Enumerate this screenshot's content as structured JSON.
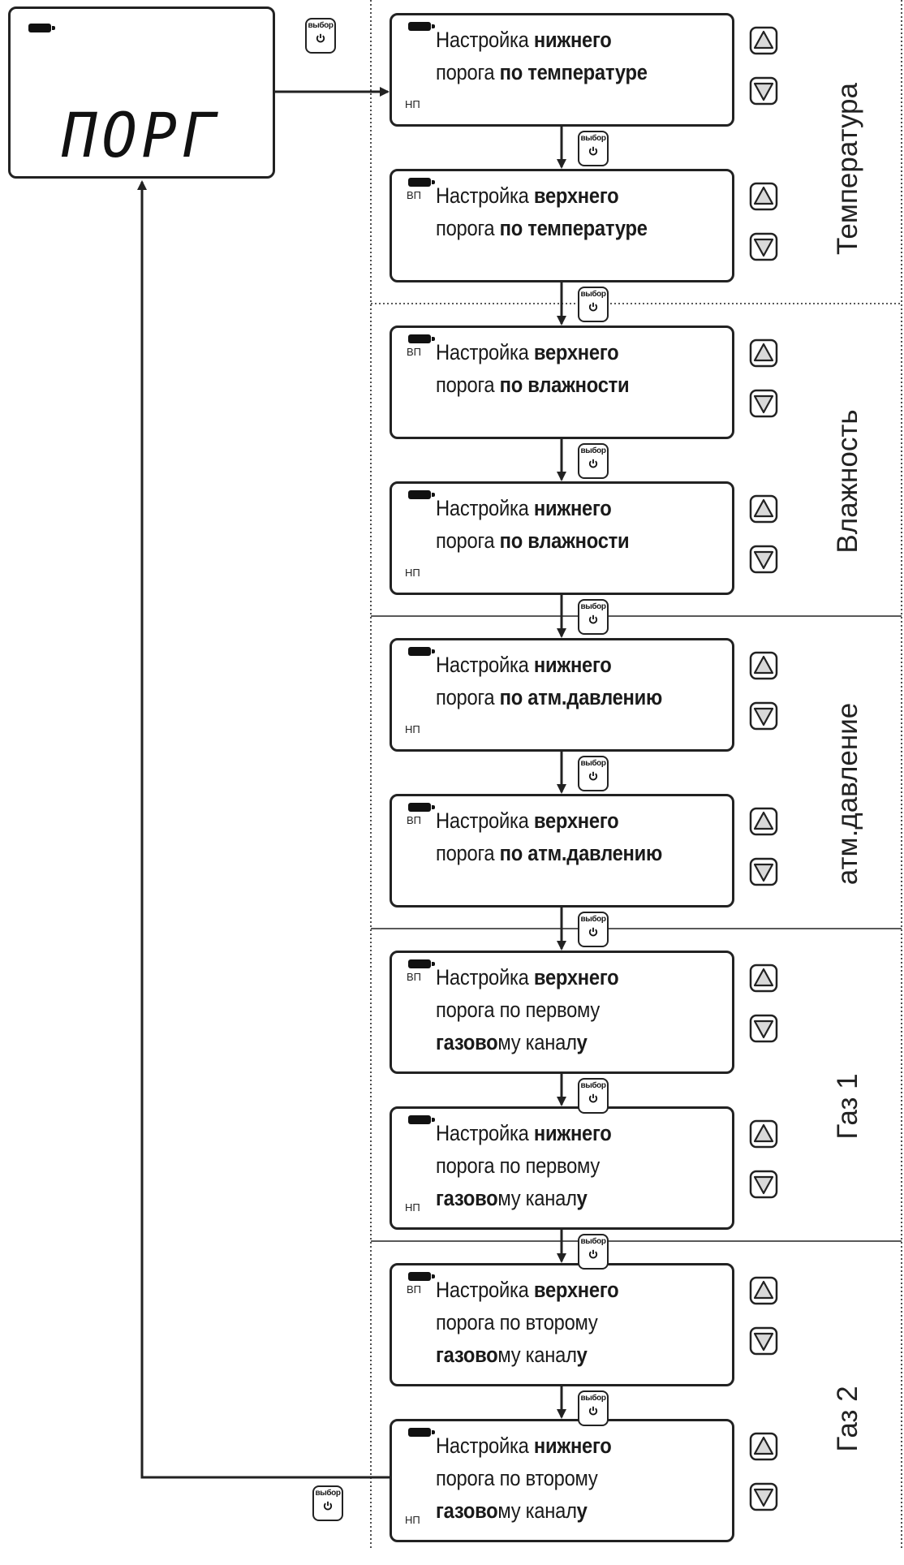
{
  "main_display": {
    "text": "ПОРГ"
  },
  "select_button": {
    "label": "выбор",
    "icon": "power-icon"
  },
  "mode_tags": {
    "lower": "НП",
    "upper": "ВП"
  },
  "groups": [
    {
      "label": "Температура",
      "screens": [
        {
          "tag": "НП",
          "lines": [
            [
              "Настройка ",
              "нижнего"
            ],
            [
              "порога ",
              "по температуре"
            ]
          ]
        },
        {
          "tag": "ВП",
          "lines": [
            [
              "Настройка ",
              "верхнего"
            ],
            [
              "порога ",
              "по температуре"
            ]
          ]
        }
      ]
    },
    {
      "label": "Влажность",
      "screens": [
        {
          "tag": "ВП",
          "lines": [
            [
              "Настройка ",
              "верхнего"
            ],
            [
              "порога ",
              "по влажности"
            ]
          ]
        },
        {
          "tag": "НП",
          "lines": [
            [
              "Настройка ",
              "нижнего"
            ],
            [
              "порога ",
              "по влажности"
            ]
          ]
        }
      ]
    },
    {
      "label": "атм.давление",
      "screens": [
        {
          "tag": "НП",
          "lines": [
            [
              "Настройка ",
              "нижнего"
            ],
            [
              "порога ",
              "по атм.давлению"
            ]
          ]
        },
        {
          "tag": "ВП",
          "lines": [
            [
              "Настройка ",
              "верхнего"
            ],
            [
              "порога ",
              "по атм.давлению"
            ]
          ]
        }
      ]
    },
    {
      "label": "Газ 1",
      "screens": [
        {
          "tag": "ВП",
          "lines": [
            [
              "Настройка ",
              "верхнего"
            ],
            [
              "порога по первому",
              ""
            ],
            [
              "",
              "газово",
              "му канал",
              "у"
            ]
          ]
        },
        {
          "tag": "НП",
          "lines": [
            [
              "Настройка ",
              "нижнего"
            ],
            [
              "порога по первому",
              ""
            ],
            [
              "",
              "газово",
              "му канал",
              "у"
            ]
          ]
        }
      ]
    },
    {
      "label": "Газ 2",
      "screens": [
        {
          "tag": "ВП",
          "lines": [
            [
              "Настройка ",
              "верхнего"
            ],
            [
              "порога по второму",
              ""
            ],
            [
              "",
              "газово",
              "му канал",
              "у"
            ]
          ]
        },
        {
          "tag": "НП",
          "lines": [
            [
              "Настройка ",
              "нижнего"
            ],
            [
              "порога по второму",
              ""
            ],
            [
              "",
              "газово",
              "му канал",
              "у"
            ]
          ]
        }
      ]
    }
  ]
}
